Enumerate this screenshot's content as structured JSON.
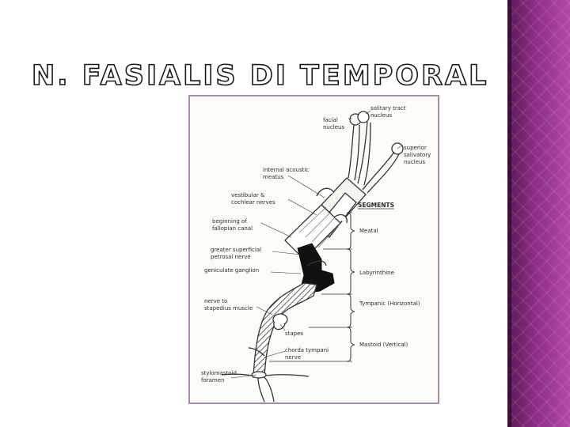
{
  "slide": {
    "title": "N. FASIALIS DI TEMPORAL",
    "colors": {
      "band_dark": "#5a1a55",
      "band_light": "#b04aa7",
      "frame": "#a98bb0"
    }
  },
  "diagram": {
    "labels": {
      "solitary_1": "solitary tract",
      "solitary_2": "nucleus",
      "facial_1": "facial",
      "facial_2": "nucleus",
      "superior_1": "superior",
      "superior_2": "salivatory",
      "superior_3": "nucleus",
      "internal_1": "internal acoustic",
      "internal_2": "meatus",
      "vestibular_1": "vestibular &",
      "vestibular_2": "cochlear nerves",
      "beginning_1": "beginning of",
      "beginning_2": "fallopian canal",
      "greater_1": "greater superficial",
      "greater_2": "petrosal nerve",
      "geniculate": "geniculate ganglion",
      "stapedius_1": "nerve to",
      "stapedius_2": "stapedius muscle",
      "stapes": "stapes",
      "chorda_1": "chorda tympani",
      "chorda_2": "nerve",
      "stylo_1": "stylomastoid",
      "stylo_2": "foramen"
    },
    "segments_heading": "SEGMENTS",
    "segments": [
      "Meatal",
      "Labyrinthine",
      "Tympanic (Horizontal)",
      "Mastoid (Vertical)"
    ]
  }
}
